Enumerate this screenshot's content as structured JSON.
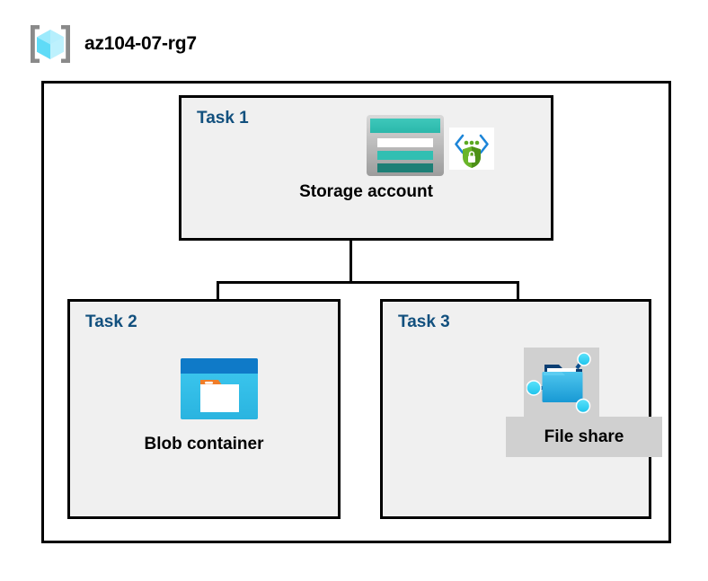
{
  "header": {
    "icon": "azure-resource-group-icon",
    "title": "az104-07-rg7"
  },
  "diagram": {
    "type": "azure-architecture-diagram",
    "container_label": "az104-07-rg7",
    "colors": {
      "task_label": "#12507e",
      "task_box_fill": "#f0f0f0",
      "container_fill": "#ffffff",
      "border": "#000000",
      "highlight_patch": "#d0d0d0",
      "storage_teal": "#31bfb2",
      "storage_teal_dark": "#1d7f76",
      "blob_blue": "#0f7ac8",
      "blob_cyan": "#32c8ef",
      "blob_tab_orange": "#f07d28",
      "fileshare_blue": "#32b4e6",
      "fileshare_node": "#27d4f5",
      "shield_green": "#5aa921",
      "chevron_blue": "#1c85d8",
      "cube_cyan": "#74e0fb",
      "bracket_gray": "#8a8a8a"
    },
    "tasks": [
      {
        "id": "task1",
        "label": "Task 1",
        "node_caption": "Storage account",
        "icons": [
          "storage-account-icon",
          "security-shield-icon"
        ],
        "highlighted": false
      },
      {
        "id": "task2",
        "label": "Task 2",
        "node_caption": "Blob container",
        "icons": [
          "blob-container-icon"
        ],
        "highlighted": false
      },
      {
        "id": "task3",
        "label": "Task 3",
        "node_caption": "File share",
        "icons": [
          "file-share-icon"
        ],
        "highlighted": true
      }
    ],
    "connections": [
      {
        "from": "Storage account",
        "to": "Blob container"
      },
      {
        "from": "Storage account",
        "to": "File share"
      }
    ]
  }
}
